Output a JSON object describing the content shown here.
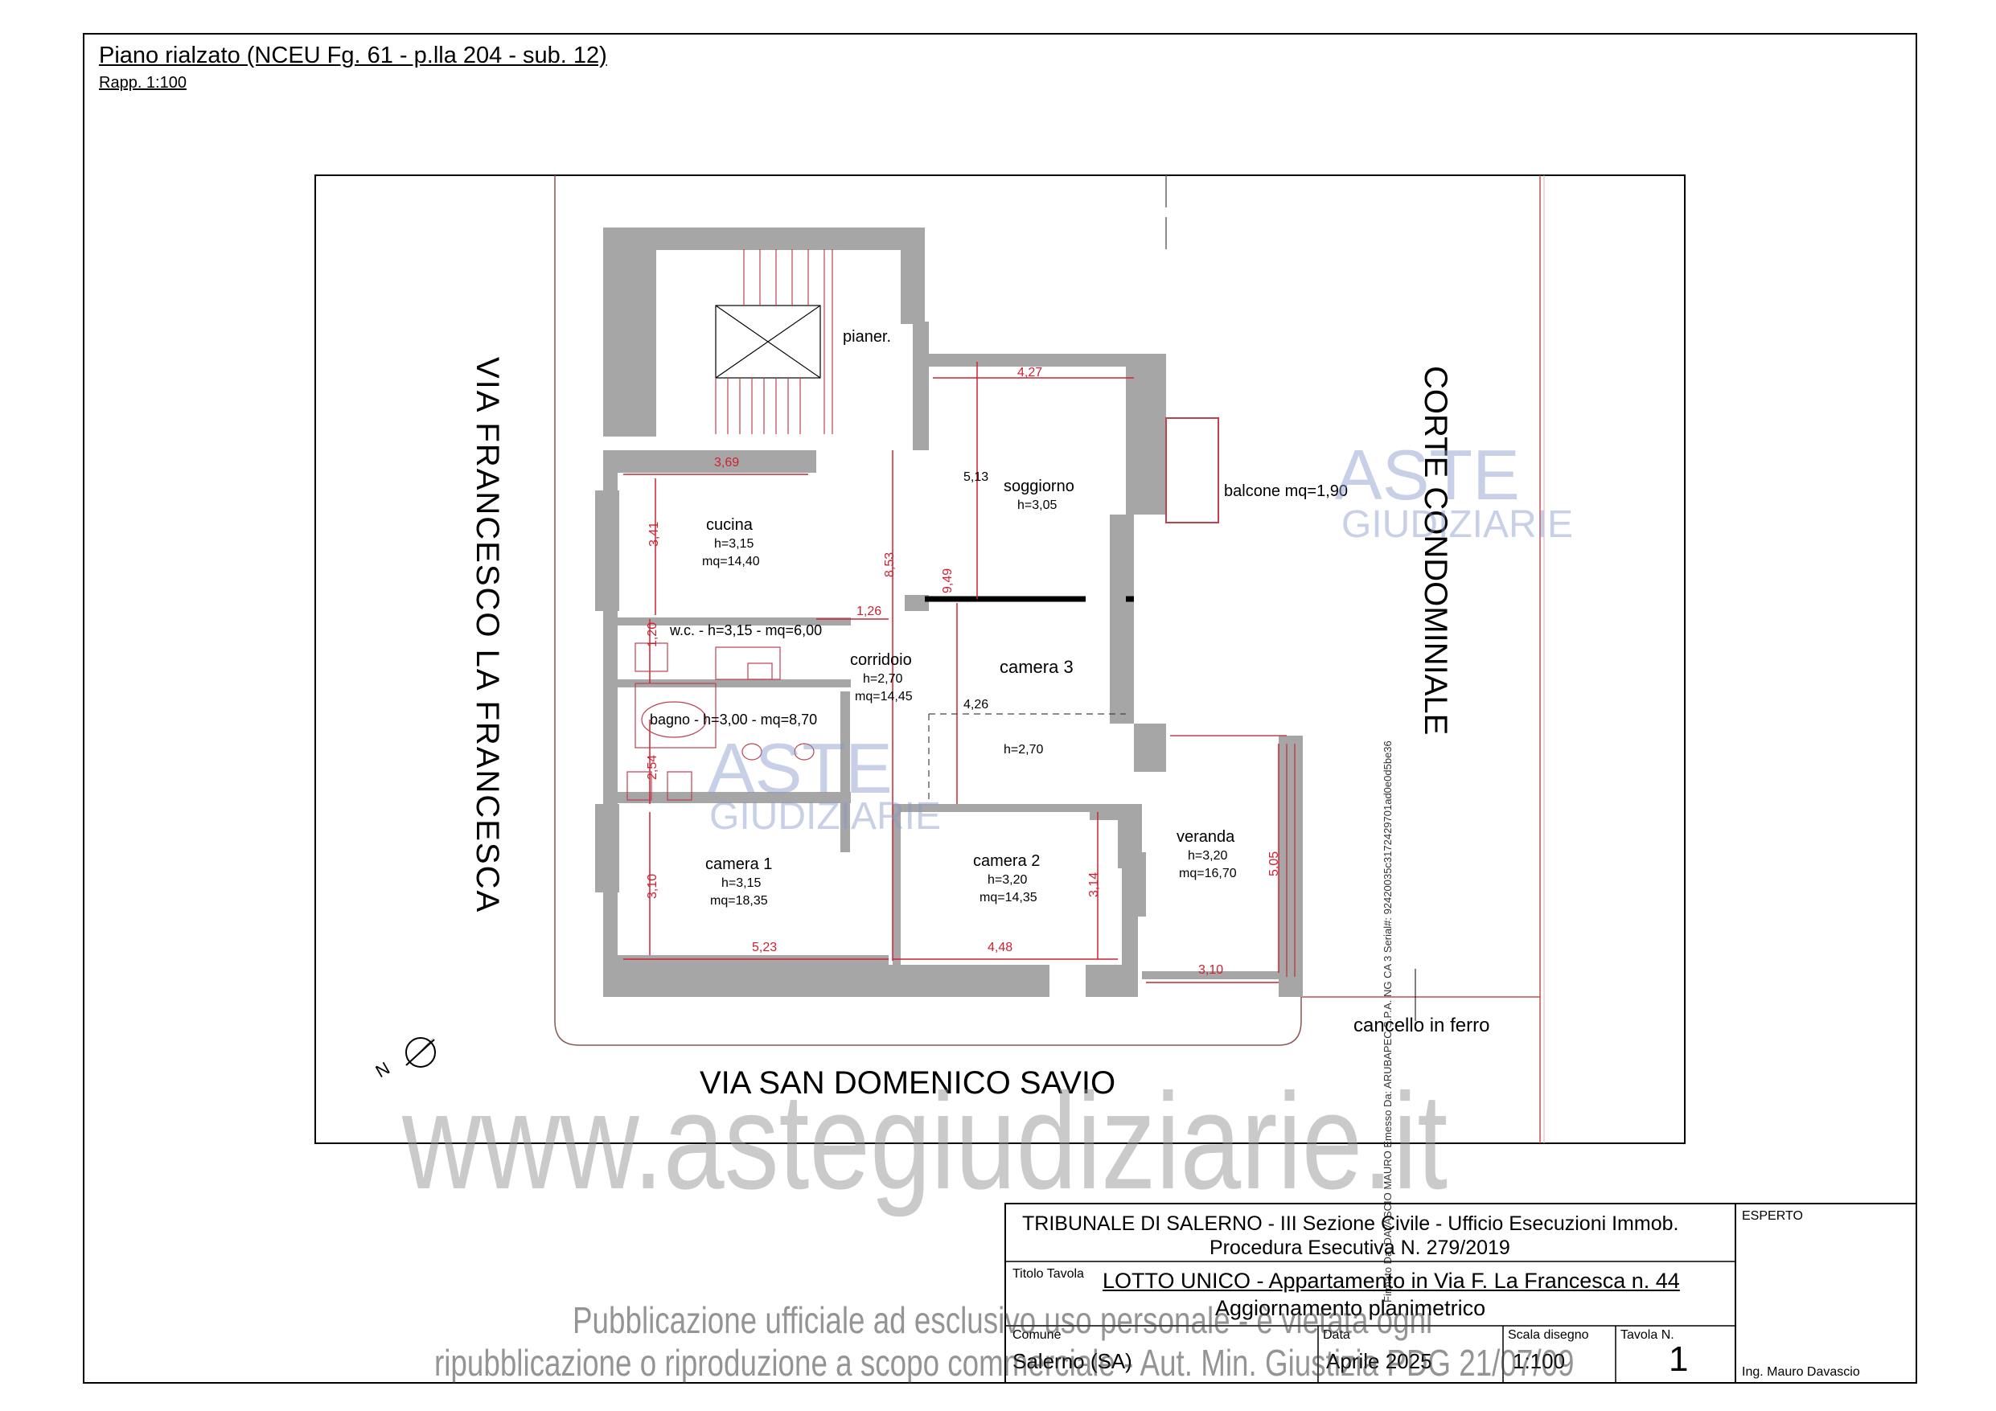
{
  "header": {
    "title": "Piano rialzato  (NCEU Fg. 61 - p.lla 204 - sub. 12)",
    "scale": "Rapp. 1:100"
  },
  "streets": {
    "left": "VIA FRANCESCO LA FRANCESCA",
    "bottom": "VIA SAN DOMENICO  SAVIO",
    "right": "CORTE CONDOMINIALE",
    "gate": "cancello in ferro",
    "north": "N"
  },
  "rooms": {
    "pianer": "pianer.",
    "soggiorno": {
      "name": "soggiorno",
      "h": "h=3,05"
    },
    "balcone": "balcone mq=1,90",
    "cucina": {
      "name": "cucina",
      "h": "h=3,15",
      "mq": "mq=14,40"
    },
    "wc": "w.c. - h=3,15 - mq=6,00",
    "corridoio": {
      "name": "corridoio",
      "h": "h=2,70",
      "mq": "mq=14,45"
    },
    "camera3": {
      "name": "camera 3",
      "h": "h=2,70"
    },
    "bagno": "bagno - h=3,00  - mq=8,70",
    "camera1": {
      "name": "camera 1",
      "h": "h=3,15",
      "mq": "mq=18,35"
    },
    "camera2": {
      "name": "camera 2",
      "h": "h=3,20",
      "mq": "mq=14,35"
    },
    "veranda": {
      "name": "veranda",
      "h": "h=3,20",
      "mq": "mq=16,70"
    }
  },
  "dimensions": {
    "d427": "4,27",
    "d513": "5,13",
    "d369": "3,69",
    "d341": "3,41",
    "d853": "8,53",
    "d949": "9,49",
    "d126": "1,26",
    "d120": "1,20",
    "d426": "4,26",
    "d254": "2,54",
    "d310": "3,10",
    "d523": "5,23",
    "d448": "4,48",
    "d314": "3,14",
    "d505": "5,05",
    "d310b": "3,10"
  },
  "stamp": "Firmato Da: DAVASCIO MAURO Emesso Da: ARUBAPEC S.P.A. NG CA 3 Serial#: 92420035c3172429701ad0e0d5be36",
  "title_block": {
    "court_line1": "TRIBUNALE DI SALERNO - III Sezione Civile - Ufficio Esecuzioni Immob.",
    "court_line2": "Procedura Esecutiva N. 279/2019",
    "titolo_label": "Titolo Tavola",
    "titolo_line1": "LOTTO UNICO - Appartamento in Via F. La Francesca n. 44",
    "titolo_line2": "Aggiornamento planimetrico",
    "comune_label": "Comune",
    "comune_value": "Salerno (SA)",
    "data_label": "Data",
    "data_value": "Aprile 2025",
    "scala_label": "Scala disegno",
    "scala_value": "1:100",
    "tavola_label": "Tavola N.",
    "tavola_value": "1",
    "esperto_label": "ESPERTO",
    "esperto_value": "Ing. Mauro Davascio"
  },
  "watermarks": {
    "url": "www.astegiudiziarie.it",
    "aste": "ASTE",
    "giudiziarie": "GIUDIZIARIE",
    "notice_line1": "Pubblicazione ufficiale ad esclusivo uso personale - è vietata ogni",
    "notice_line2": "ripubblicazione o riproduzione a scopo commerciale - Aut. Min. Giustizia PDG 21/07/09"
  },
  "colors": {
    "wall": "#a6a6a6",
    "dimension": "#d02030",
    "watermark_blue": "#9aaccc"
  }
}
